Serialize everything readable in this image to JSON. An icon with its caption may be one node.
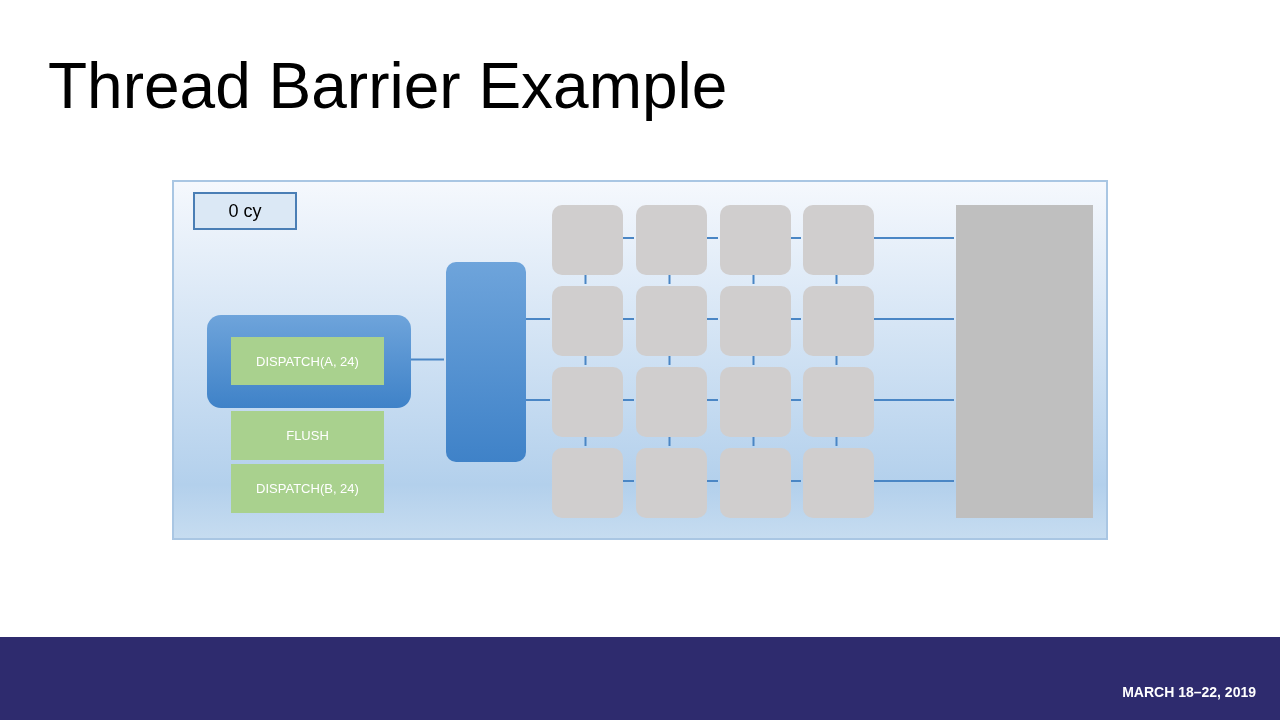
{
  "diagram": {
    "title": "Thread Barrier Example",
    "nodes": [
      {
        "text": [],
        "shape": "box"
      },
      {
        "text": [
          "0 cy"
        ],
        "in": 0
      },
      {
        "text": [],
        "shape": "box",
        "in": 0
      },
      {
        "text": [
          "DISPATCH(A, 24)"
        ],
        "in": 2
      },
      {
        "text": [
          "FLUSH"
        ],
        "in": 0
      },
      {
        "text": [
          "DISPATCH(B, 24)"
        ],
        "in": 0
      },
      {
        "text": [],
        "shape": "bar",
        "in": 0
      },
      {
        "text": [],
        "shape": "box",
        "in": 0
      },
      {
        "text": [],
        "shape": "box",
        "in": 0
      },
      {
        "text": [],
        "shape": "box",
        "in": 0
      },
      {
        "text": [],
        "shape": "box",
        "in": 0
      },
      {
        "text": [],
        "shape": "box",
        "in": 0
      },
      {
        "text": [],
        "shape": "box",
        "in": 0
      },
      {
        "text": [],
        "shape": "box",
        "in": 0
      },
      {
        "text": [],
        "shape": "box",
        "in": 0
      },
      {
        "text": [],
        "shape": "box",
        "in": 0
      },
      {
        "text": [],
        "shape": "box",
        "in": 0
      },
      {
        "text": [],
        "shape": "box",
        "in": 0
      },
      {
        "text": [],
        "shape": "box",
        "in": 0
      },
      {
        "text": [],
        "shape": "box",
        "in": 0
      },
      {
        "text": [],
        "shape": "box",
        "in": 0
      },
      {
        "text": [],
        "shape": "box",
        "in": 0
      },
      {
        "text": [],
        "shape": "box",
        "in": 0
      },
      {
        "text": [],
        "shape": "box",
        "in": 0
      }
    ],
    "edges": [
      {
        "from": 2,
        "to": 6,
        "arrow": "none"
      },
      {
        "from": 6,
        "to": 11,
        "arrow": "none"
      },
      {
        "from": 6,
        "to": 15,
        "arrow": "none"
      },
      {
        "from": 7,
        "to": 8,
        "arrow": "none"
      },
      {
        "from": 8,
        "to": 9,
        "arrow": "none"
      },
      {
        "from": 9,
        "to": 10,
        "arrow": "none"
      },
      {
        "from": 11,
        "to": 12,
        "arrow": "none"
      },
      {
        "from": 12,
        "to": 13,
        "arrow": "none"
      },
      {
        "from": 13,
        "to": 14,
        "arrow": "none"
      },
      {
        "from": 15,
        "to": 16,
        "arrow": "none"
      },
      {
        "from": 16,
        "to": 17,
        "arrow": "none"
      },
      {
        "from": 17,
        "to": 18,
        "arrow": "none"
      },
      {
        "from": 19,
        "to": 20,
        "arrow": "none"
      },
      {
        "from": 20,
        "to": 21,
        "arrow": "none"
      },
      {
        "from": 21,
        "to": 22,
        "arrow": "none"
      },
      {
        "from": 7,
        "to": 11,
        "arrow": "none"
      },
      {
        "from": 11,
        "to": 15,
        "arrow": "none"
      },
      {
        "from": 15,
        "to": 19,
        "arrow": "none"
      },
      {
        "from": 8,
        "to": 12,
        "arrow": "none"
      },
      {
        "from": 12,
        "to": 16,
        "arrow": "none"
      },
      {
        "from": 16,
        "to": 20,
        "arrow": "none"
      },
      {
        "from": 9,
        "to": 13,
        "arrow": "none"
      },
      {
        "from": 13,
        "to": 17,
        "arrow": "none"
      },
      {
        "from": 17,
        "to": 21,
        "arrow": "none"
      },
      {
        "from": 10,
        "to": 14,
        "arrow": "none"
      },
      {
        "from": 14,
        "to": 18,
        "arrow": "none"
      },
      {
        "from": 18,
        "to": 22,
        "arrow": "none"
      },
      {
        "from": 10,
        "to": 23,
        "arrow": "none"
      },
      {
        "from": 14,
        "to": 23,
        "arrow": "none"
      },
      {
        "from": 18,
        "to": 23,
        "arrow": "none"
      },
      {
        "from": 22,
        "to": 23,
        "arrow": "none"
      }
    ],
    "labels": [
      "MARCH 18–22, 2019"
    ]
  }
}
